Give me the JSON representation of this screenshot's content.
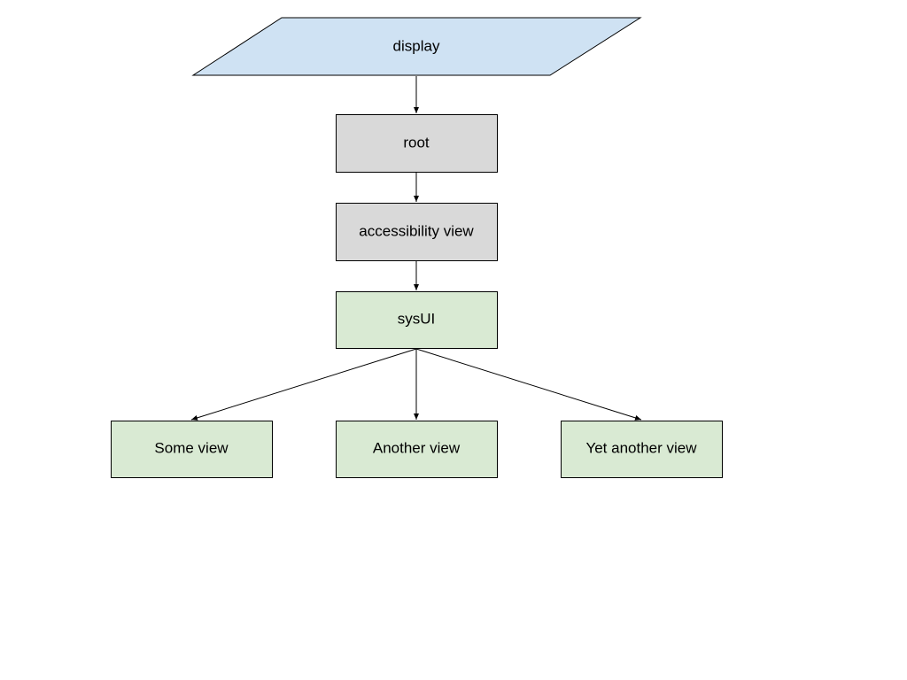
{
  "colors": {
    "io_fill": "#cfe2f3",
    "gray_fill": "#d9d9d9",
    "green_fill": "#d9ead3",
    "stroke": "#000000"
  },
  "nodes": {
    "display": "display",
    "root": "root",
    "accessibility_view": "accessibility view",
    "sysui": "sysUI",
    "some_view": "Some view",
    "another_view": "Another view",
    "yet_another_view": "Yet another view"
  }
}
